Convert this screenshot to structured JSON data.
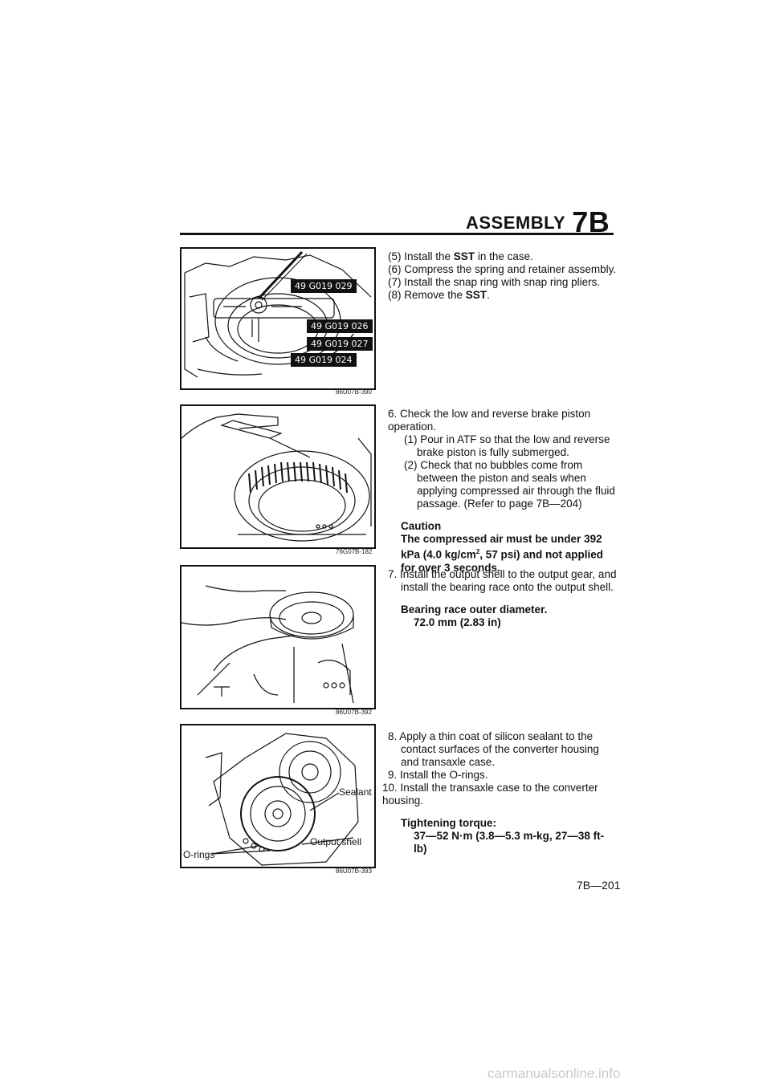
{
  "header": {
    "title": "ASSEMBLY",
    "section": "7B"
  },
  "figures": [
    {
      "code": "86U07B-390",
      "tags": [
        "49 G019 029",
        "49 G019 026",
        "49 G019 027",
        "49 G019 024"
      ]
    },
    {
      "code": "76G07B-182"
    },
    {
      "code": "86U07B-392"
    },
    {
      "code": "86U07B-393",
      "callouts": [
        "Sealant",
        "Output shell",
        "O-rings"
      ]
    }
  ],
  "steps": {
    "s5": {
      "pre": "(5) Install the ",
      "sst": "SST",
      "post": " in the case."
    },
    "s6b": "(6) Compress the spring and retainer assembly.",
    "s7b": "(7) Install the snap ring with snap ring pliers.",
    "s8b": {
      "pre": "(8) Remove the ",
      "sst": "SST",
      "post": "."
    },
    "s6": "6. Check the low and reverse brake piston operation.",
    "s6_1": "(1) Pour in ATF so that the low and reverse brake piston is fully submerged.",
    "s6_2": "(2) Check that no bubbles come from between the piston and seals when applying compressed air through the fluid passage. (Refer to page 7B—204)",
    "caution_title": "Caution",
    "caution_a": "The compressed air must be under 392 kPa (4.0 kg/cm",
    "caution_sup": "2",
    "caution_b": ", 57 psi) and not applied for over 3 seconds.",
    "s7": "7. Install the output shell to the output gear, and install the bearing race onto the output shell.",
    "bearing_title": "Bearing race outer diameter.",
    "bearing_value": "72.0 mm (2.83 in)",
    "s8": "8. Apply a thin coat of silicon sealant to the contact surfaces of the converter housing and transaxle case.",
    "s9": "9. Install the O-rings.",
    "s10": "10. Install the transaxle case to the converter housing.",
    "torque_title": "Tightening torque:",
    "torque_value": "37—52 N·m (3.8—5.3 m-kg, 27—38 ft-lb)"
  },
  "page_number": "7B—201",
  "watermark": "carmanualsonline.info"
}
